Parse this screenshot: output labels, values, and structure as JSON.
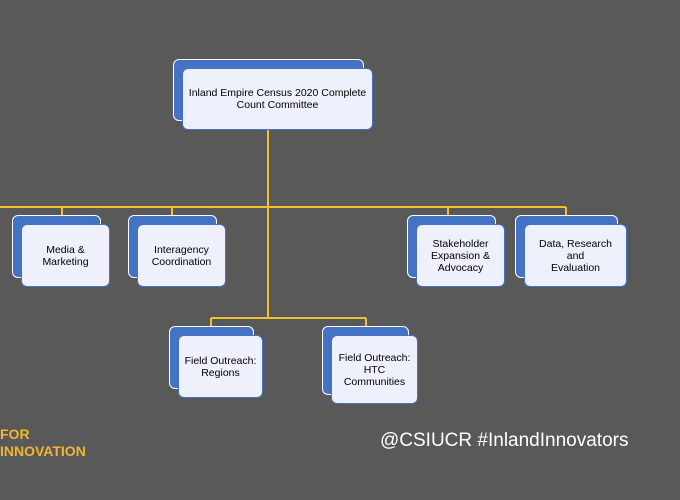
{
  "diagram": {
    "root": {
      "label": "Inland Empire Census 2020 Complete\nCount Committee"
    },
    "nodes": [
      {
        "id": "media",
        "label": "Media &\nMarketing"
      },
      {
        "id": "interagency",
        "label": "Interagency\nCoordination"
      },
      {
        "id": "stakeholder",
        "label": "Stakeholder\nExpansion &\nAdvocacy"
      },
      {
        "id": "data",
        "label": "Data, Research and\nEvaluation"
      },
      {
        "id": "regions",
        "label": "Field Outreach:\nRegions"
      },
      {
        "id": "htc",
        "label": "Field Outreach:\nHTC\nCommunities"
      }
    ]
  },
  "footer": {
    "brand_line1": "FOR",
    "brand_line2": "INNOVATION",
    "hashtag": "@CSIUCR #InlandInnovators"
  },
  "colors": {
    "background": "#595959",
    "connector": "#f2c12e",
    "box_back": "#4472c4",
    "box_front": "#eef1fb",
    "brand": "#f2b632"
  }
}
